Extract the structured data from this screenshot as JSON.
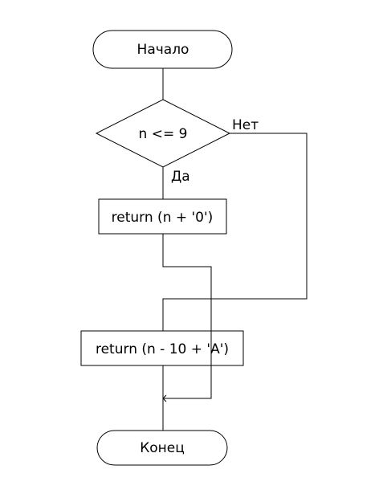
{
  "diagram": {
    "nodes": {
      "start": {
        "type": "terminator",
        "label": "Начало"
      },
      "condition": {
        "type": "decision",
        "label": "n <= 9"
      },
      "return_digit": {
        "type": "process",
        "label": "return (n + '0')"
      },
      "return_letter": {
        "type": "process",
        "label": "return (n - 10 + 'A')"
      },
      "end": {
        "type": "terminator",
        "label": "Конец"
      }
    },
    "branches": {
      "yes": "Да",
      "no": "Нет"
    },
    "colors": {
      "line": "#000000",
      "fill": "#ffffff",
      "text": "#000000"
    }
  }
}
